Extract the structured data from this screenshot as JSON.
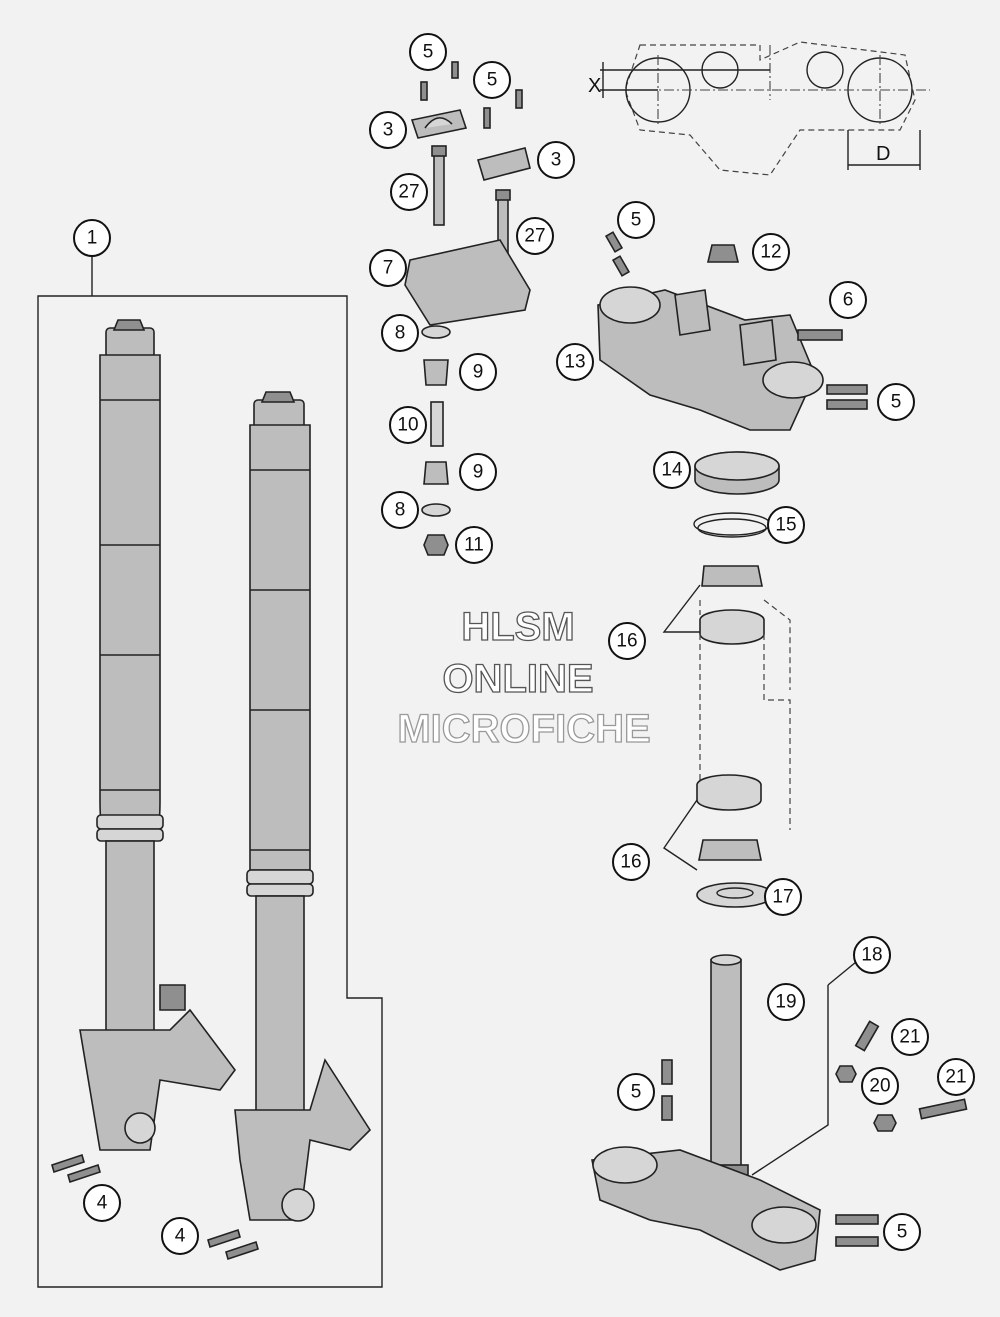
{
  "watermark": {
    "line1": "HLSM",
    "line2": "ONLINE",
    "line3": "MICROFICHE"
  },
  "dimensions": {
    "x_label": "X",
    "d_label": "D"
  },
  "callouts": {
    "c1": "1",
    "c3a": "3",
    "c3b": "3",
    "c4a": "4",
    "c4b": "4",
    "c5a": "5",
    "c5b": "5",
    "c5c": "5",
    "c5d": "5",
    "c5e": "5",
    "c5f": "5",
    "c6": "6",
    "c7": "7",
    "c8a": "8",
    "c8b": "8",
    "c9a": "9",
    "c9b": "9",
    "c10": "10",
    "c11": "11",
    "c12": "12",
    "c13": "13",
    "c14": "14",
    "c15": "15",
    "c16a": "16",
    "c16b": "16",
    "c17": "17",
    "c18": "18",
    "c19": "19",
    "c20": "20",
    "c21a": "21",
    "c21b": "21",
    "c27a": "27",
    "c27b": "27"
  },
  "colors": {
    "background": "#f2f2f2",
    "part_fill": "#bdbdbd",
    "line": "#222222"
  }
}
